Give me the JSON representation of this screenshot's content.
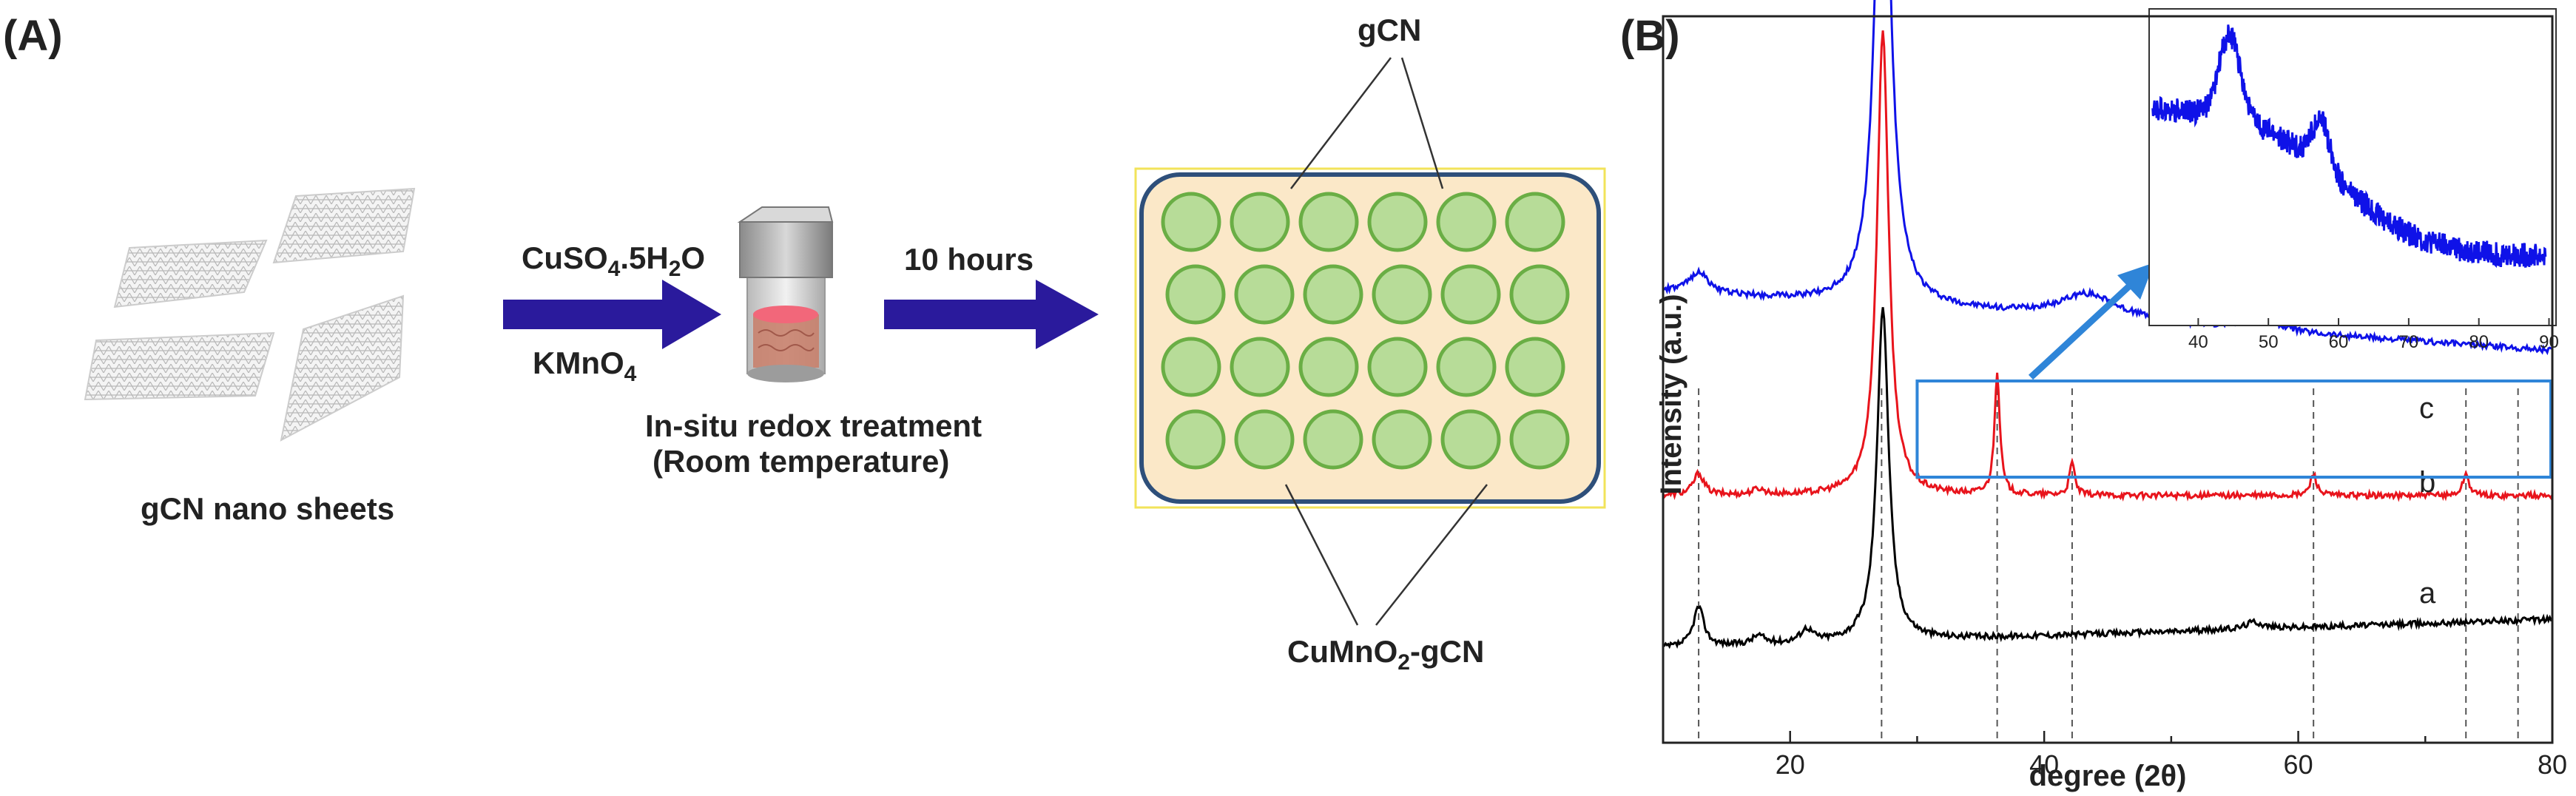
{
  "panel_a": {
    "label": "(A)",
    "sheets_caption": "gCN nano sheets",
    "reagent_top_main": "CuSO",
    "reagent_top_sub": "4",
    "reagent_top_rest": ".5H",
    "reagent_top_sub2": "2",
    "reagent_top_end": "O",
    "reagent_bottom_main": "KMnO",
    "reagent_bottom_sub": "4",
    "treatment_line1": "In-situ redox treatment",
    "treatment_line2": "(Room temperature)",
    "time_label": "10 hours",
    "gcn_label": "gCN",
    "product_main": "CuMnO",
    "product_sub": "2",
    "product_rest": "-gCN",
    "circle_rows": 4,
    "circle_cols": 6,
    "colors": {
      "arrow": "#2a1a9c",
      "box_fill": "#fbe8c8",
      "box_border": "#2e4f7a",
      "frame": "#f2e35a",
      "circle_fill": "#b7dc98",
      "circle_stroke": "#6aae45"
    }
  },
  "panel_b": {
    "label": "(B)",
    "chart_data": {
      "type": "line",
      "xlabel": "degree (2θ)",
      "ylabel": "Intensity (a.u.)",
      "xlim": [
        10,
        80
      ],
      "xticks": [
        20,
        40,
        60,
        80
      ],
      "yticks_visible": false,
      "series": [
        {
          "name": "a",
          "color": "#000000",
          "baseline": 0.13,
          "peaks": [
            [
              12.8,
              0.055,
              0.5
            ],
            [
              17.5,
              0.012,
              0.6
            ],
            [
              21.3,
              0.018,
              0.6
            ],
            [
              27.3,
              0.46,
              0.55
            ],
            [
              56.5,
              0.01,
              0.8
            ]
          ],
          "slope": 0.04
        },
        {
          "name": "b",
          "color": "#e8141c",
          "baseline": 0.34,
          "peaks": [
            [
              12.8,
              0.03,
              0.5
            ],
            [
              17.5,
              0.008,
              0.6
            ],
            [
              27.3,
              0.64,
              0.55
            ],
            [
              36.3,
              0.17,
              0.25
            ],
            [
              42.2,
              0.045,
              0.25
            ],
            [
              61.2,
              0.03,
              0.3
            ],
            [
              73.2,
              0.03,
              0.3
            ]
          ],
          "slope": 0.0
        },
        {
          "name": "c",
          "color": "#0f12e8",
          "baseline": 0.62,
          "peaks": [
            [
              12.8,
              0.03,
              0.9
            ],
            [
              27.3,
              0.78,
              0.7
            ],
            [
              43.5,
              0.035,
              3.0
            ],
            [
              57.0,
              0.02,
              1.5
            ]
          ],
          "slope": -0.08
        }
      ],
      "dashed_lines_x": [
        12.8,
        27.2,
        36.3,
        42.2,
        61.2,
        73.2,
        77.3
      ],
      "highlight_box_x": [
        30,
        80
      ],
      "inset": {
        "xlim": [
          33,
          91
        ],
        "xticks": [
          40,
          50,
          60,
          70,
          80,
          90
        ],
        "color": "#0f12e8",
        "peaks": [
          [
            44.5,
            0.3,
            2.2
          ],
          [
            57.5,
            0.17,
            1.8
          ]
        ]
      },
      "series_labels": [
        "c",
        "b",
        "a"
      ]
    }
  }
}
